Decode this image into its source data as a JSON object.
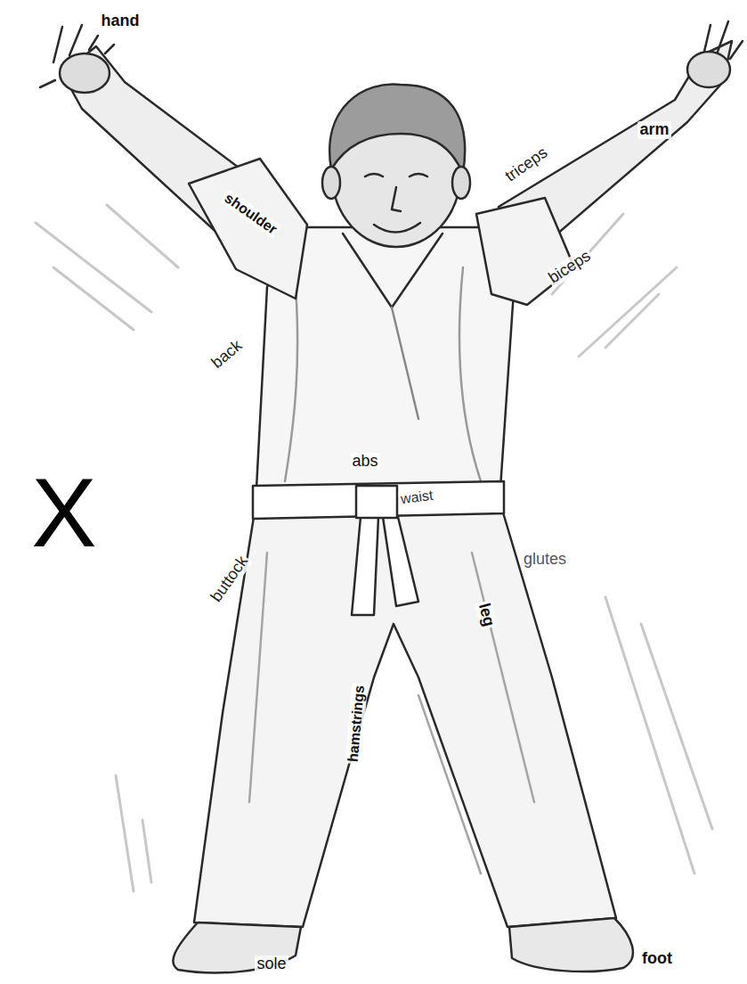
{
  "diagram": {
    "labels": [
      "hand",
      "arm",
      "triceps",
      "shoulder",
      "biceps",
      "back",
      "X",
      "abs",
      "waist",
      "buttock",
      "glutes",
      "leg",
      "hamstrings",
      "sole",
      "foot"
    ]
  }
}
